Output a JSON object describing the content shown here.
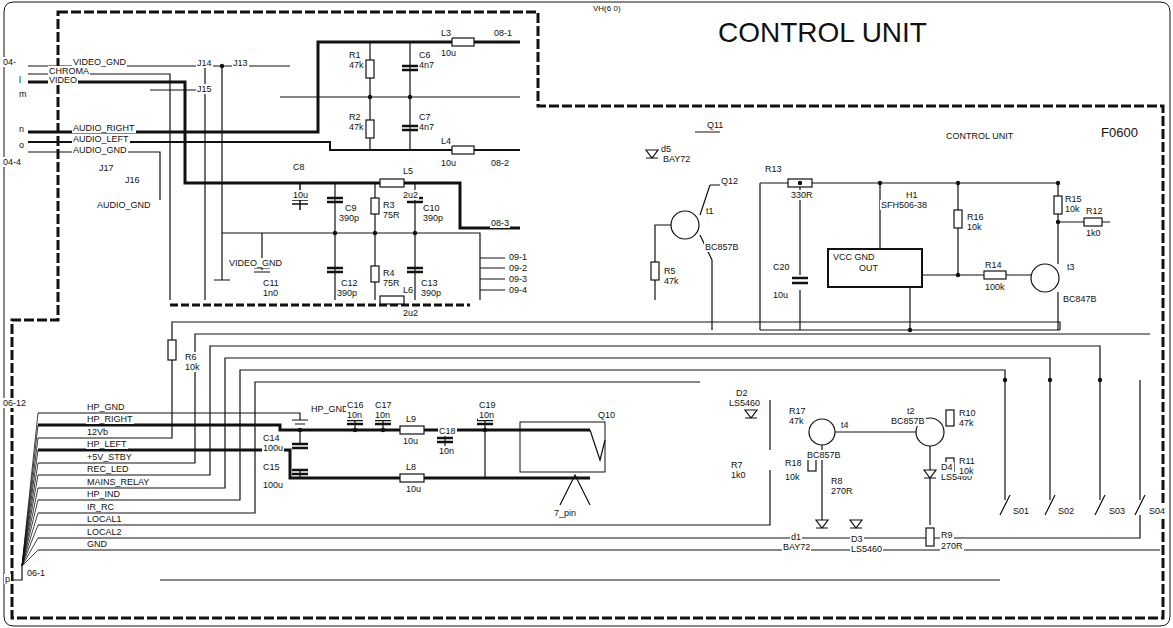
{
  "diagram": {
    "title": "CONTROL UNIT",
    "nodes": [
      {
        "text": [
          "VCC GND",
          "OUT"
        ]
      }
    ],
    "labels": [
      "VH(6 0)",
      "F0600",
      "CONTROL UNIT",
      "04-",
      "VIDEO_GND",
      "CHROMA",
      "VIDEO",
      "l",
      "m",
      "AUDIO_RIGHT",
      "n",
      "AUDIO_LEFT",
      "o",
      "AUDIO_GND",
      "04-4",
      "J14",
      "J13",
      "J15",
      "J17",
      "J16",
      "AUDIO_GND",
      "VIDEO_GND",
      "R1",
      "47k",
      "C6",
      "4n7",
      "R2",
      "47k",
      "C7",
      "4n7",
      "L3",
      "10u",
      "08-1",
      "L4",
      "10u",
      "08-2",
      "C8",
      "10u",
      "C9",
      "390p",
      "R3",
      "75R",
      "C10",
      "390p",
      "L5",
      "2u2",
      "08-3",
      "09-1",
      "09-2",
      "09-3",
      "09-4",
      "C11",
      "1n0",
      "C12",
      "390p",
      "R4",
      "75R",
      "C13",
      "390p",
      "L6",
      "2u2",
      "Q11",
      "d5",
      "BAY72",
      "Q12",
      "t1",
      "BC857B",
      "R5",
      "47k",
      "R13",
      "330R",
      "H1",
      "SFH506-38",
      "C20",
      "10u",
      "R16",
      "10k",
      "R14",
      "100k",
      "R15",
      "10k",
      "R12",
      "1k0",
      "t3",
      "BC847B",
      "R6",
      "10k",
      "06-12",
      "HP_GND",
      "HP_RIGHT",
      "12Vb",
      "HP_LEFT",
      "+5V_STBY",
      "REC_LED",
      "MAINS_RELAY",
      "HP_IND",
      "IR_RC",
      "LOCAL1",
      "LOCAL2",
      "GND",
      "06-1",
      "p",
      "HP_GND",
      "C16",
      "10n",
      "C17",
      "10n",
      "L9",
      "10u",
      "C18",
      "10n",
      "C19",
      "10n",
      "C14",
      "100u",
      "C15",
      "100u",
      "L8",
      "10u",
      "Q10",
      "7_pin",
      "D2",
      "LS5460",
      "R17",
      "47k",
      "t4",
      "BC857B",
      "t2",
      "BC857B",
      "R10",
      "47k",
      "R7",
      "1k0",
      "R18",
      "10k",
      "R8",
      "270R",
      "D4",
      "LS5460",
      "R11",
      "10k",
      "d1",
      "BAY72",
      "D3",
      "LS5460",
      "R9",
      "270R",
      "S01",
      "S02",
      "S03",
      "S04"
    ]
  }
}
